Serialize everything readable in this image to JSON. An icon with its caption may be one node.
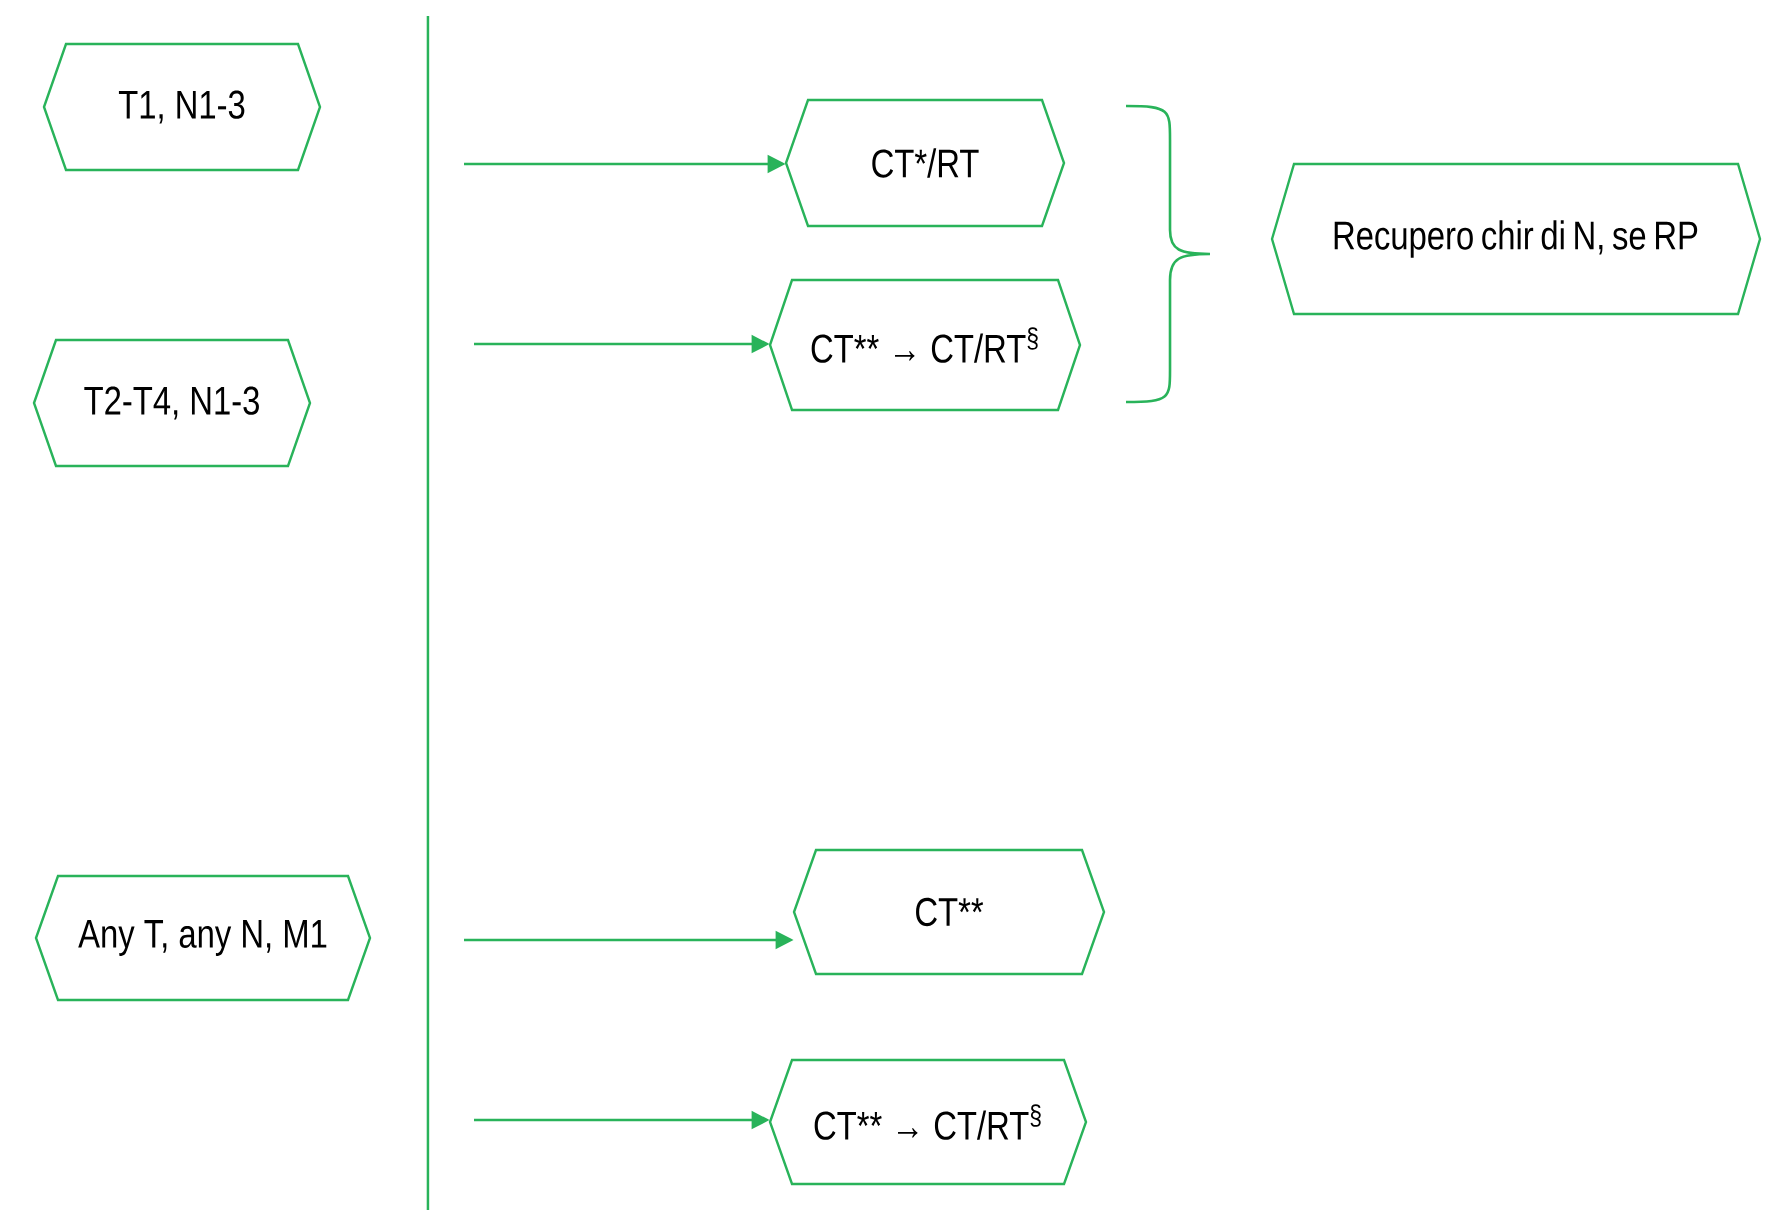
{
  "diagram": {
    "nodes": [
      {
        "text": [
          "T1, N1-3"
        ]
      },
      {
        "text": [
          "T2-T4, N1-3"
        ]
      },
      {
        "text": [
          "Any T, any N, M1"
        ]
      },
      {
        "text": [
          "CT*/RT"
        ]
      },
      {
        "text": [
          "CT** → CT/RT$^{§}$"
        ]
      },
      {
        "text": [
          "CT**"
        ]
      },
      {
        "text": [
          "CT** → CT/RT$^{§}$"
        ]
      },
      {
        "text": [
          "Recupero chir di N, se RP"
        ]
      }
    ],
    "edges": [
      {
        "from": null,
        "to": 3,
        "arrow": "to"
      },
      {
        "from": null,
        "to": 4,
        "arrow": "to"
      },
      {
        "from": null,
        "to": 5,
        "arrow": "to"
      },
      {
        "from": null,
        "to": 6,
        "arrow": "to"
      }
    ]
  }
}
